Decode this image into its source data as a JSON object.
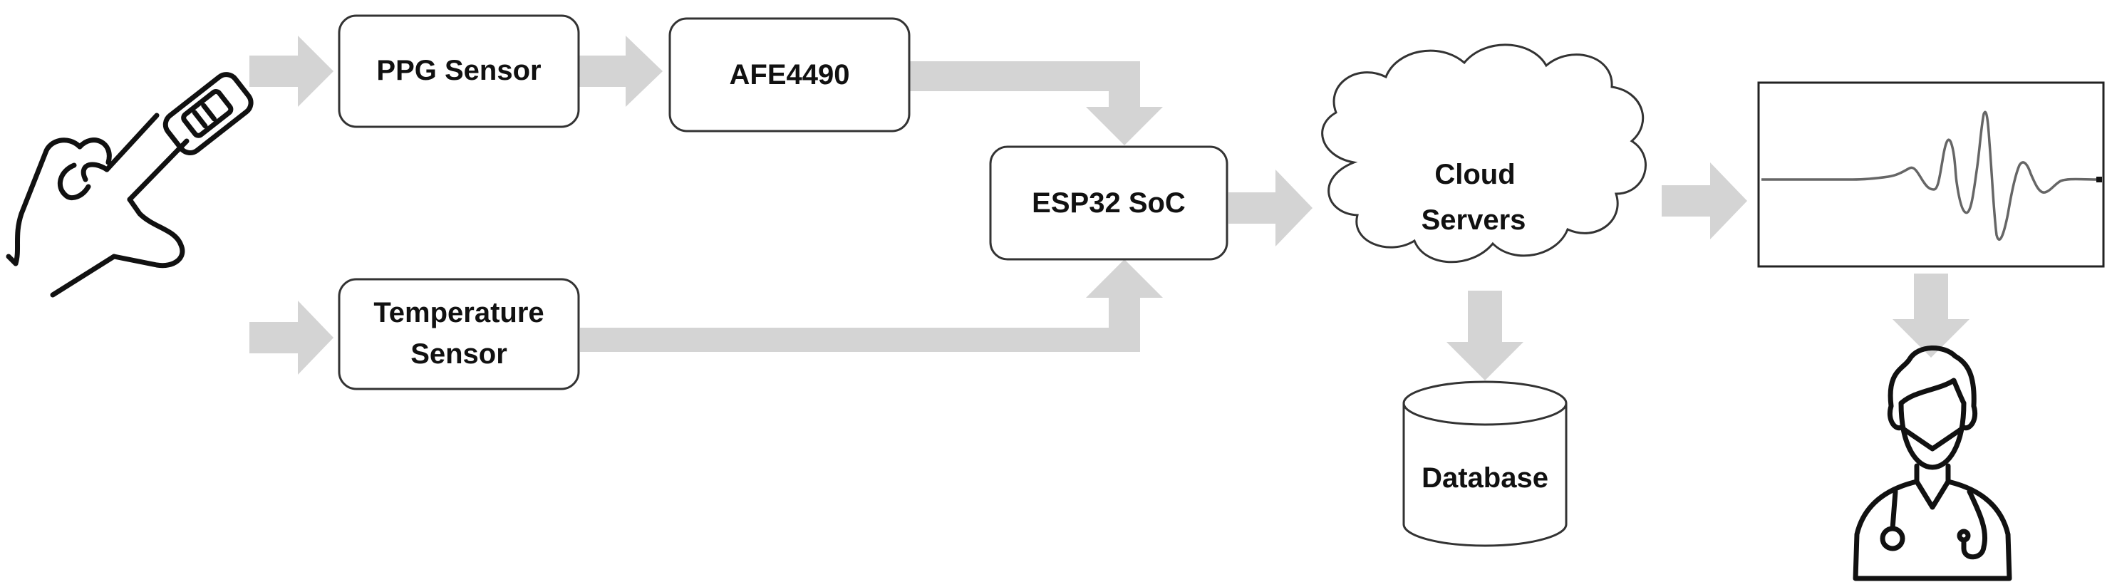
{
  "nodes": {
    "ppg_sensor": {
      "label": "PPG Sensor"
    },
    "afe4490": {
      "label": "AFE4490"
    },
    "temperature_sensor": {
      "line1": "Temperature",
      "line2": "Sensor"
    },
    "esp32": {
      "label": "ESP32 SoC"
    },
    "cloud": {
      "line1": "Cloud",
      "line2": "Servers"
    },
    "database": {
      "label": "Database"
    }
  },
  "icons": {
    "finger": "finger-pulse-oximeter-icon",
    "waveform": "ecg-waveform-display",
    "doctor": "doctor-icon"
  },
  "colors": {
    "arrow": "#d4d4d4",
    "stroke": "#222222",
    "background": "#ffffff"
  }
}
